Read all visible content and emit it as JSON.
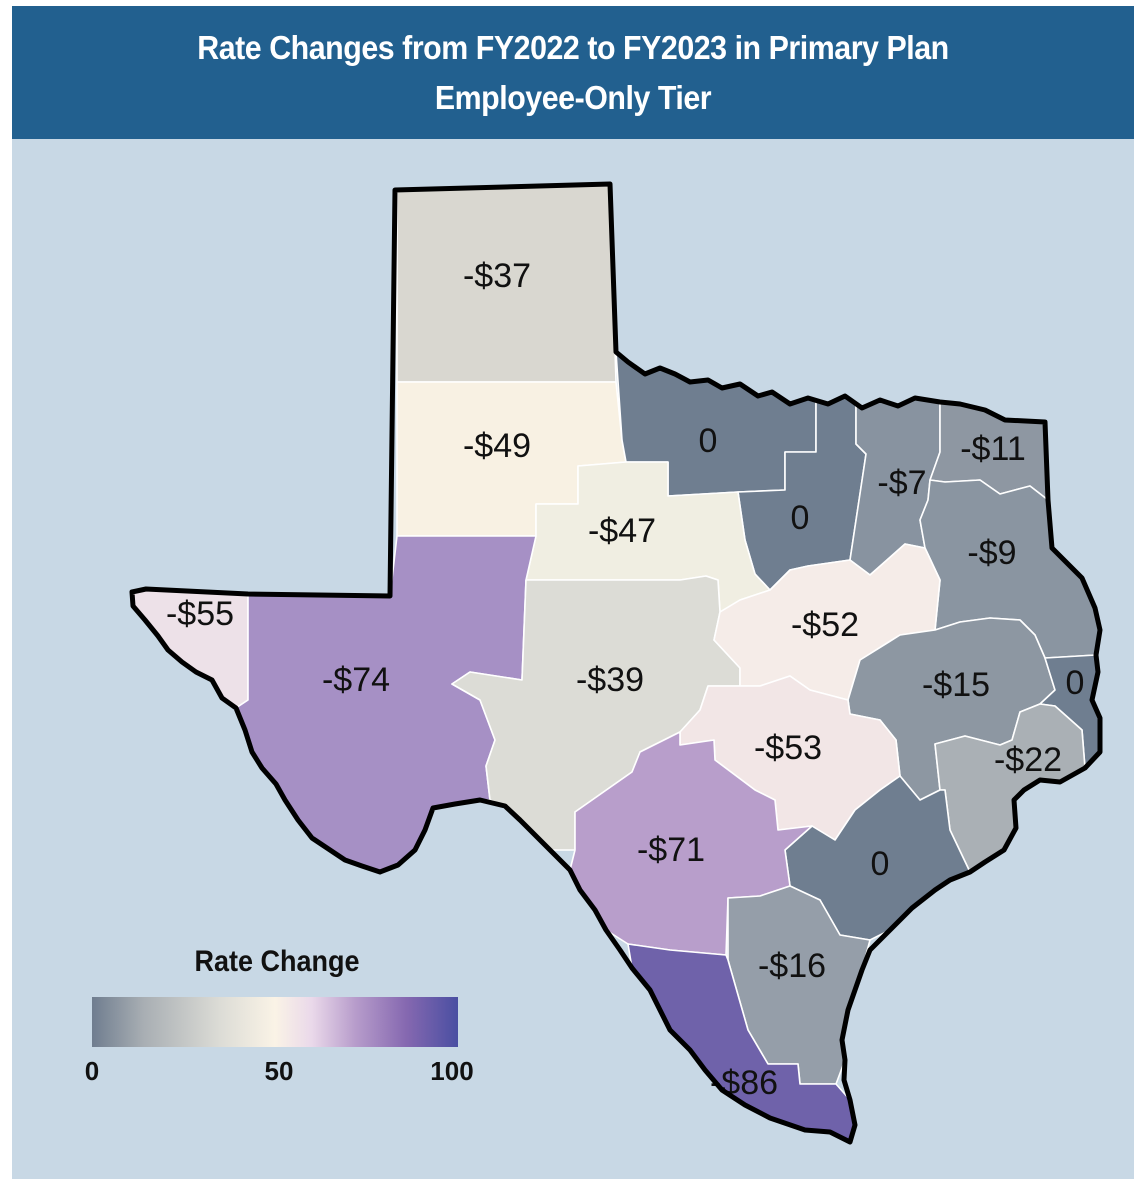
{
  "title": {
    "line1": "Rate Changes from FY2022 to FY2023 in Primary Plan",
    "line2": "Employee-Only Tier"
  },
  "legend": {
    "title": "Rate Change",
    "tick_labels": [
      "0",
      "50",
      "100"
    ],
    "min": 0,
    "max": 100,
    "gradient_colors": [
      "#6f7d8f",
      "#a8aeb3",
      "#dcdcd6",
      "#faf3e6",
      "#ead9ea",
      "#b79ccb",
      "#8568b0",
      "#4a4fa2"
    ]
  },
  "colors": {
    "background": "#c8d8e5",
    "header": "#22608f",
    "state_border": "#000000",
    "region_border": "#ffffff"
  },
  "regions": [
    {
      "id": "panhandle-north",
      "value": "-$37",
      "color": "#d9d7d0"
    },
    {
      "id": "panhandle-south",
      "value": "-$49",
      "color": "#f8f1e3"
    },
    {
      "id": "north-central-west",
      "value": "0",
      "color": "#6f7e90"
    },
    {
      "id": "dfw",
      "value": "0",
      "color": "#6f7e90"
    },
    {
      "id": "northeast-central",
      "value": "-$7",
      "color": "#8893a0"
    },
    {
      "id": "northeast",
      "value": "-$11",
      "color": "#8e97a2"
    },
    {
      "id": "west-central",
      "value": "-$47",
      "color": "#f0eee2"
    },
    {
      "id": "east",
      "value": "-$9",
      "color": "#8a95a1"
    },
    {
      "id": "far-west",
      "value": "-$55",
      "color": "#ede1e8"
    },
    {
      "id": "west",
      "value": "-$74",
      "color": "#a690c5"
    },
    {
      "id": "central-west",
      "value": "-$39",
      "color": "#dcdcd6"
    },
    {
      "id": "central",
      "value": "-$52",
      "color": "#f5ece8"
    },
    {
      "id": "east-central",
      "value": "-$15",
      "color": "#8d97a2"
    },
    {
      "id": "far-east",
      "value": "0",
      "color": "#6f7e90"
    },
    {
      "id": "south-central",
      "value": "-$53",
      "color": "#f2e6e6"
    },
    {
      "id": "southeast",
      "value": "-$22",
      "color": "#aab0b5"
    },
    {
      "id": "gulf-coast",
      "value": "0",
      "color": "#6f7e90"
    },
    {
      "id": "south",
      "value": "-$71",
      "color": "#b89ecb"
    },
    {
      "id": "coastal-bend",
      "value": "-$16",
      "color": "#959ea9"
    },
    {
      "id": "rio-grande-valley",
      "value": "-$86",
      "color": "#6f62aa"
    }
  ]
}
